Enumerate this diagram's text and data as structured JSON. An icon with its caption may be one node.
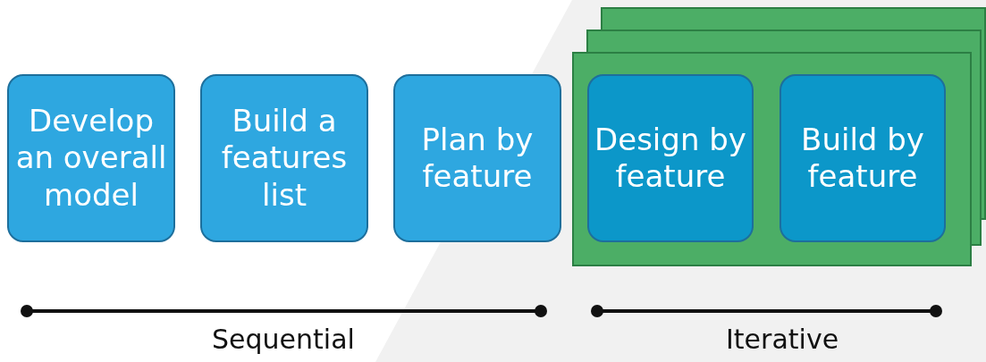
{
  "diagram": {
    "nodes": [
      {
        "text": [
          "Develop an overall model"
        ]
      },
      {
        "text": [
          "Build a features list"
        ]
      },
      {
        "text": [
          "Plan by feature"
        ]
      },
      {
        "text": [],
        "shape": "box"
      },
      {
        "text": [
          "Design by feature"
        ],
        "in": 3
      },
      {
        "text": [
          "Build by feature"
        ],
        "in": 3
      }
    ],
    "edges": [],
    "labels": [
      "Sequential",
      "Iterative"
    ]
  }
}
